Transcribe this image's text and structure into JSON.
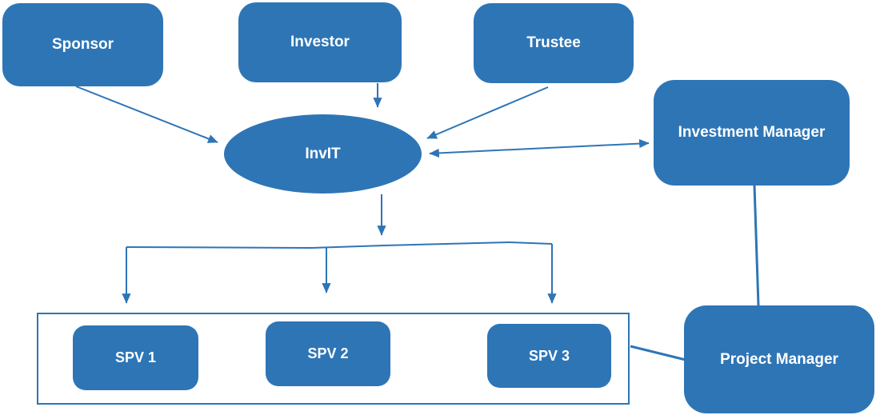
{
  "diagram": {
    "accent_color": "#2E75B6",
    "text_color": "#FFFFFF",
    "background_color": "#FFFFFF",
    "nodes": {
      "sponsor": {
        "label": "Sponsor"
      },
      "investor": {
        "label": "Investor"
      },
      "trustee": {
        "label": "Trustee"
      },
      "investment_manager": {
        "label": "Investment Manager"
      },
      "invit": {
        "label": "InvIT"
      },
      "spv1": {
        "label": "SPV 1"
      },
      "spv2": {
        "label": "SPV 2"
      },
      "spv3": {
        "label": "SPV 3"
      },
      "project_manager": {
        "label": "Project Manager"
      }
    },
    "edges": [
      {
        "from": "sponsor",
        "to": "invit",
        "type": "arrow"
      },
      {
        "from": "investor",
        "to": "invit",
        "type": "arrow"
      },
      {
        "from": "trustee",
        "to": "invit",
        "type": "arrow"
      },
      {
        "from": "invit",
        "to": "investment_manager",
        "type": "double-arrow"
      },
      {
        "from": "invit",
        "to": "spv1",
        "type": "arrow"
      },
      {
        "from": "invit",
        "to": "spv2",
        "type": "arrow"
      },
      {
        "from": "invit",
        "to": "spv3",
        "type": "arrow"
      },
      {
        "from": "investment_manager",
        "to": "project_manager",
        "type": "line"
      },
      {
        "from": "spv_group",
        "to": "project_manager",
        "type": "line"
      }
    ]
  }
}
